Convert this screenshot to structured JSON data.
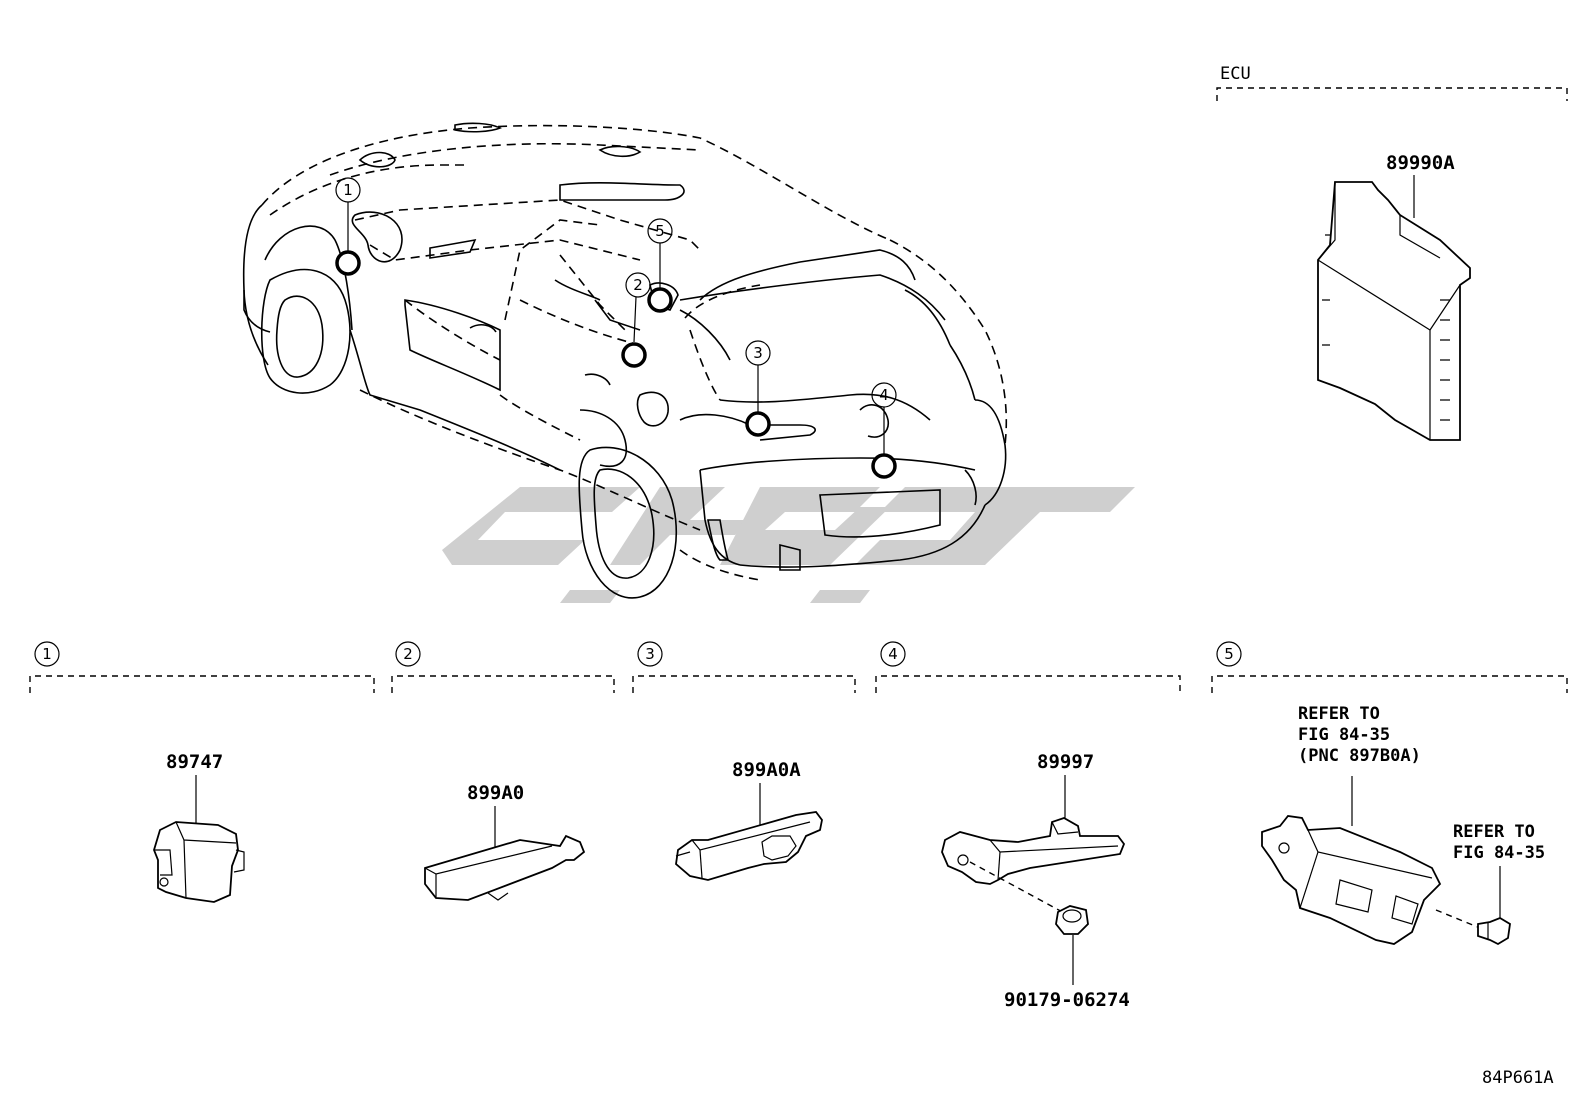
{
  "header": {
    "group_label": "ECU"
  },
  "ecu": {
    "part_number": "89990A"
  },
  "callouts": [
    "1",
    "2",
    "3",
    "4",
    "5"
  ],
  "sections": [
    {
      "index": "1",
      "part_number": "89747"
    },
    {
      "index": "2",
      "part_number": "899A0"
    },
    {
      "index": "3",
      "part_number": "899A0A"
    },
    {
      "index": "4",
      "part_number": "89997",
      "bolt_part_number": "90179-06274"
    },
    {
      "index": "5",
      "refer_1": [
        "REFER TO",
        "FIG 84-35",
        "(PNC 897B0A)"
      ],
      "refer_2": [
        "REFER TO",
        "FIG 84-35"
      ]
    }
  ],
  "figure_code": "84P661A"
}
